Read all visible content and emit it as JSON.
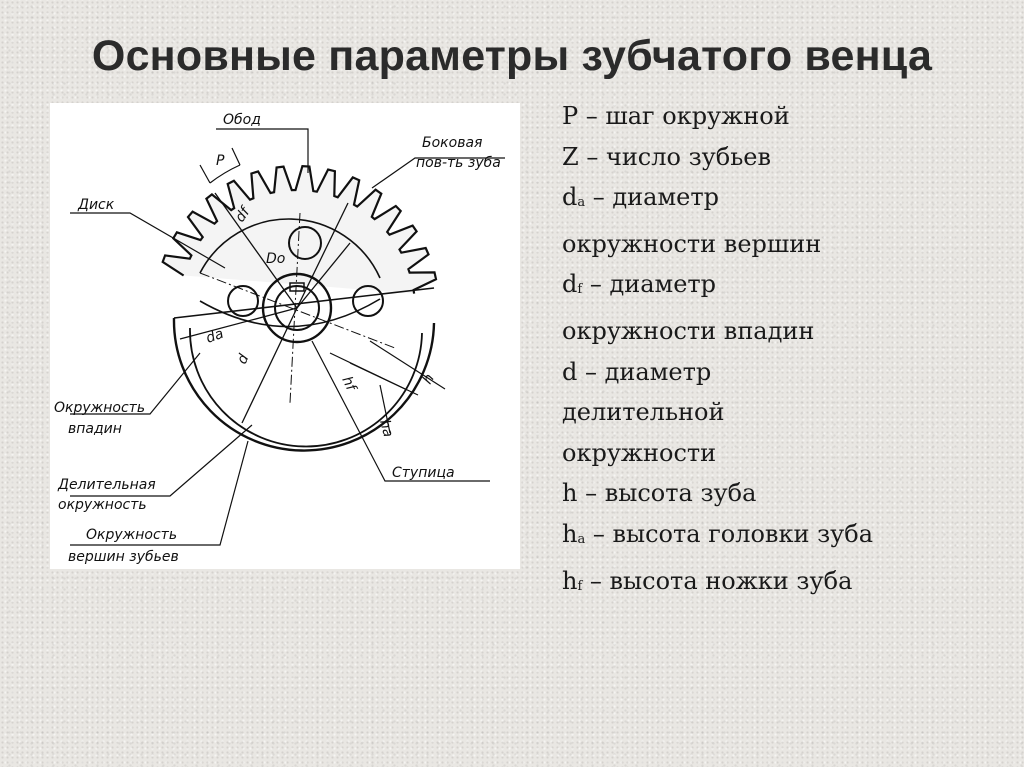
{
  "slide": {
    "title": "Основные параметры зубчатого венца"
  },
  "figure": {
    "labels": {
      "rim": "Обод",
      "side_surface_1": "Боковая",
      "side_surface_2": "пов-ть зуба",
      "disk": "Диск",
      "root_circle_1": "Окружность",
      "root_circle_2": "впадин",
      "pitch_circle_1": "Делительная",
      "pitch_circle_2": "окружность",
      "tip_circle_1": "Окружность",
      "tip_circle_2": "вершин зубьев",
      "hub": "Ступица",
      "p": "P",
      "df": "df",
      "do": "Do",
      "da": "da",
      "d": "d",
      "hf": "hf",
      "h": "h",
      "ha": "ha"
    }
  },
  "legend": [
    {
      "sym": "P",
      "sub": "",
      "text": " – шаг окружной"
    },
    {
      "sym": "Z",
      "sub": "",
      "text": " – число зубьев"
    },
    {
      "sym": "d",
      "sub": "a",
      "text": " – диаметр"
    },
    {
      "sym": "",
      "sub": "",
      "text": "окружности вершин"
    },
    {
      "sym": "d",
      "sub": "f",
      "text": " – диаметр"
    },
    {
      "sym": "",
      "sub": "",
      "text": "окружности впадин"
    },
    {
      "sym": "d",
      "sub": "",
      "text": " – диаметр"
    },
    {
      "sym": "",
      "sub": "",
      "text": "делительной"
    },
    {
      "sym": "",
      "sub": "",
      "text": "окружности"
    },
    {
      "sym": "h",
      "sub": "",
      "text": " – высота зуба"
    },
    {
      "sym": "h",
      "sub": "a",
      "text": " – высота головки зуба"
    },
    {
      "sym": "h",
      "sub": "f",
      "text": " – высота ножки зуба"
    }
  ]
}
